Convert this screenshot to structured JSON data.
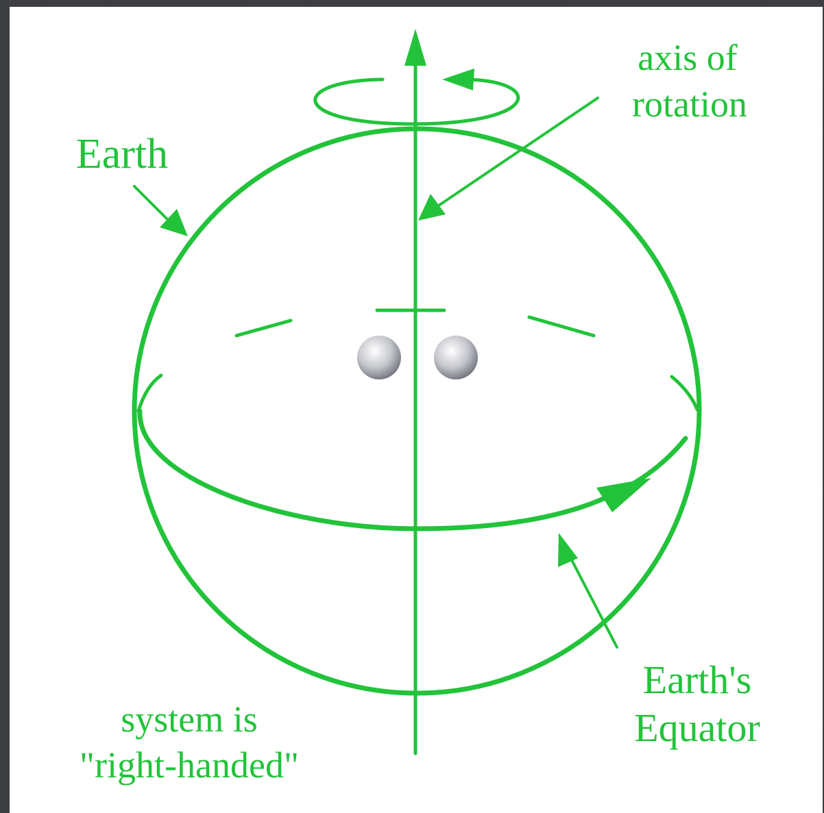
{
  "labels": {
    "axis_line1": "axis of",
    "axis_line2": "rotation",
    "earth": "Earth",
    "equator_line1": "Earth's",
    "equator_line2": "Equator",
    "system_line1": "system is",
    "system_line2": "\"right-handed\""
  },
  "colors": {
    "line": "#22c33a",
    "background": "#ffffff",
    "frame": "#3b3d40"
  },
  "icons": [
    "ellipsis-dot-icon",
    "ellipsis-dot-icon"
  ]
}
